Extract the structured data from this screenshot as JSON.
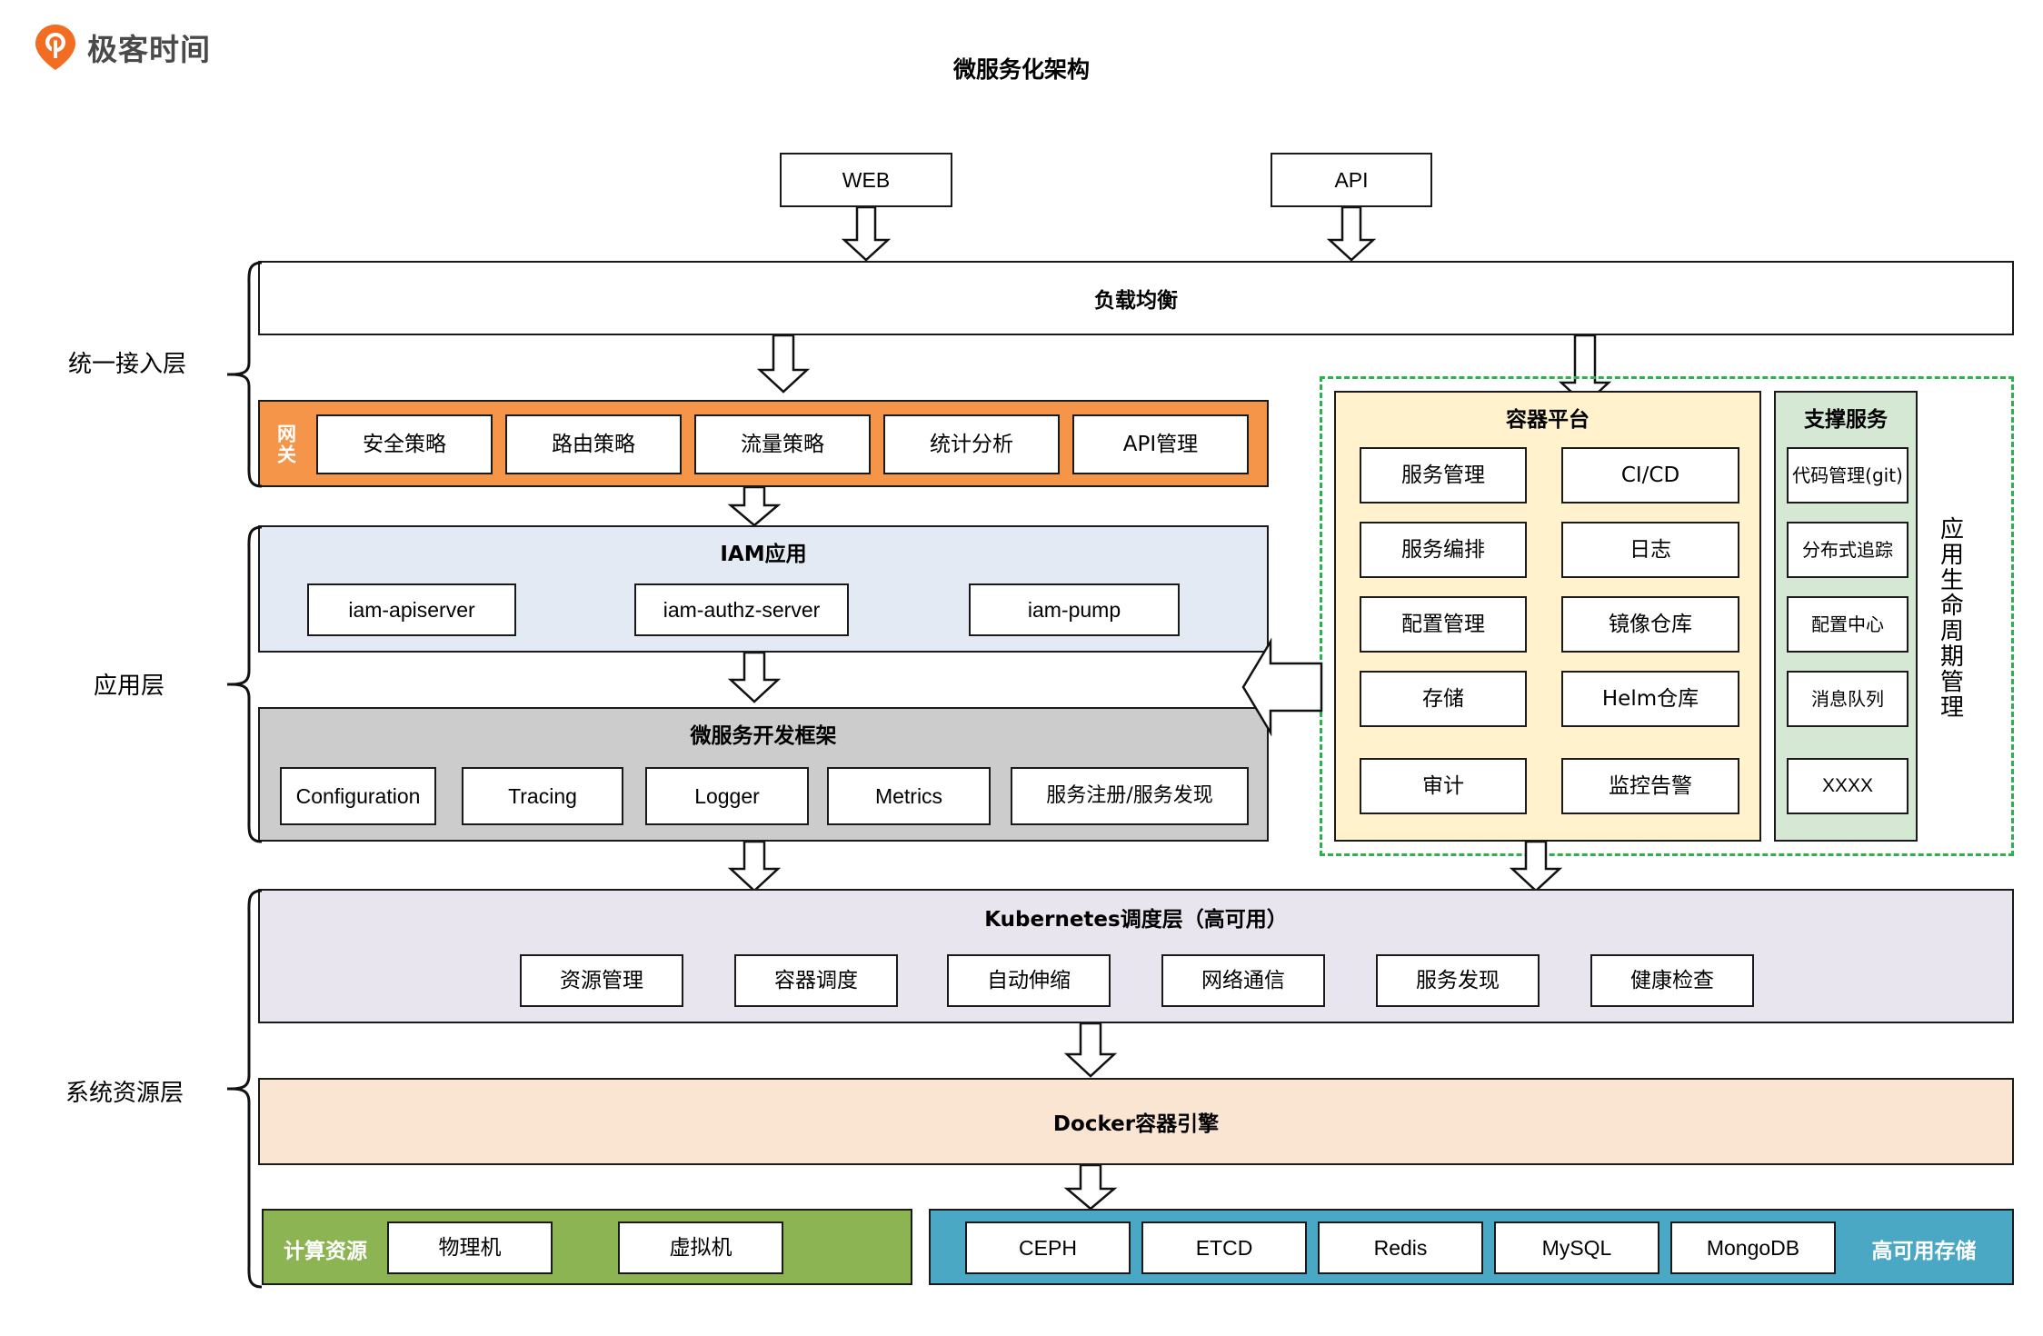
{
  "brand": {
    "name": "极客时间",
    "logo_icon": "geektime-pin-icon",
    "accent": "#F26C21"
  },
  "title": "微服务化架构",
  "colors": {
    "gateway": "#F4954A",
    "iam": "#E4EAF4",
    "framework": "#CCCCCC",
    "container_platform": "#FFF2CC",
    "supporting": "#D5E8D4",
    "kubernetes": "#E8E5EE",
    "docker": "#FAE5D3",
    "compute": "#8CB452",
    "storage": "#4BA8C4",
    "lifecycle_border": "#2BB24C"
  },
  "entrypoints": [
    {
      "label": "WEB"
    },
    {
      "label": "API"
    }
  ],
  "load_balancer": {
    "label": "负载均衡"
  },
  "gateway": {
    "side_label": "网关",
    "items": [
      {
        "label": "安全策略"
      },
      {
        "label": "路由策略"
      },
      {
        "label": "流量策略"
      },
      {
        "label": "统计分析"
      },
      {
        "label": "API管理"
      }
    ]
  },
  "iam": {
    "title": "IAM应用",
    "items": [
      {
        "label": "iam-apiserver"
      },
      {
        "label": "iam-authz-server"
      },
      {
        "label": "iam-pump"
      }
    ]
  },
  "framework": {
    "title": "微服务开发框架",
    "items": [
      {
        "label": "Configuration"
      },
      {
        "label": "Tracing"
      },
      {
        "label": "Logger"
      },
      {
        "label": "Metrics"
      },
      {
        "label": "服务注册/服务发现"
      }
    ]
  },
  "container_platform": {
    "title": "容器平台",
    "left_items": [
      {
        "label": "服务管理"
      },
      {
        "label": "服务编排"
      },
      {
        "label": "配置管理"
      },
      {
        "label": "存储"
      },
      {
        "label": "审计"
      }
    ],
    "right_items": [
      {
        "label": "CI/CD"
      },
      {
        "label": "日志"
      },
      {
        "label": "镜像仓库"
      },
      {
        "label": "Helm仓库"
      },
      {
        "label": "监控告警"
      }
    ]
  },
  "supporting_services": {
    "title": "支撑服务",
    "items": [
      {
        "label": "代码管理(git)"
      },
      {
        "label": "分布式追踪"
      },
      {
        "label": "配置中心"
      },
      {
        "label": "消息队列"
      },
      {
        "label": "XXXX"
      }
    ]
  },
  "lifecycle": {
    "label": "应用生命周期管理"
  },
  "kubernetes": {
    "title": "Kubernetes调度层（高可用）",
    "items": [
      {
        "label": "资源管理"
      },
      {
        "label": "容器调度"
      },
      {
        "label": "自动伸缩"
      },
      {
        "label": "网络通信"
      },
      {
        "label": "服务发现"
      },
      {
        "label": "健康检查"
      }
    ]
  },
  "docker": {
    "title": "Docker容器引擎"
  },
  "compute": {
    "side_label": "计算资源",
    "items": [
      {
        "label": "物理机"
      },
      {
        "label": "虚拟机"
      }
    ]
  },
  "storage": {
    "side_label": "高可用存储",
    "items": [
      {
        "label": "CEPH"
      },
      {
        "label": "ETCD"
      },
      {
        "label": "Redis"
      },
      {
        "label": "MySQL"
      },
      {
        "label": "MongoDB"
      }
    ]
  },
  "layers": [
    {
      "label": "统一接入层"
    },
    {
      "label": "应用层"
    },
    {
      "label": "系统资源层"
    }
  ]
}
